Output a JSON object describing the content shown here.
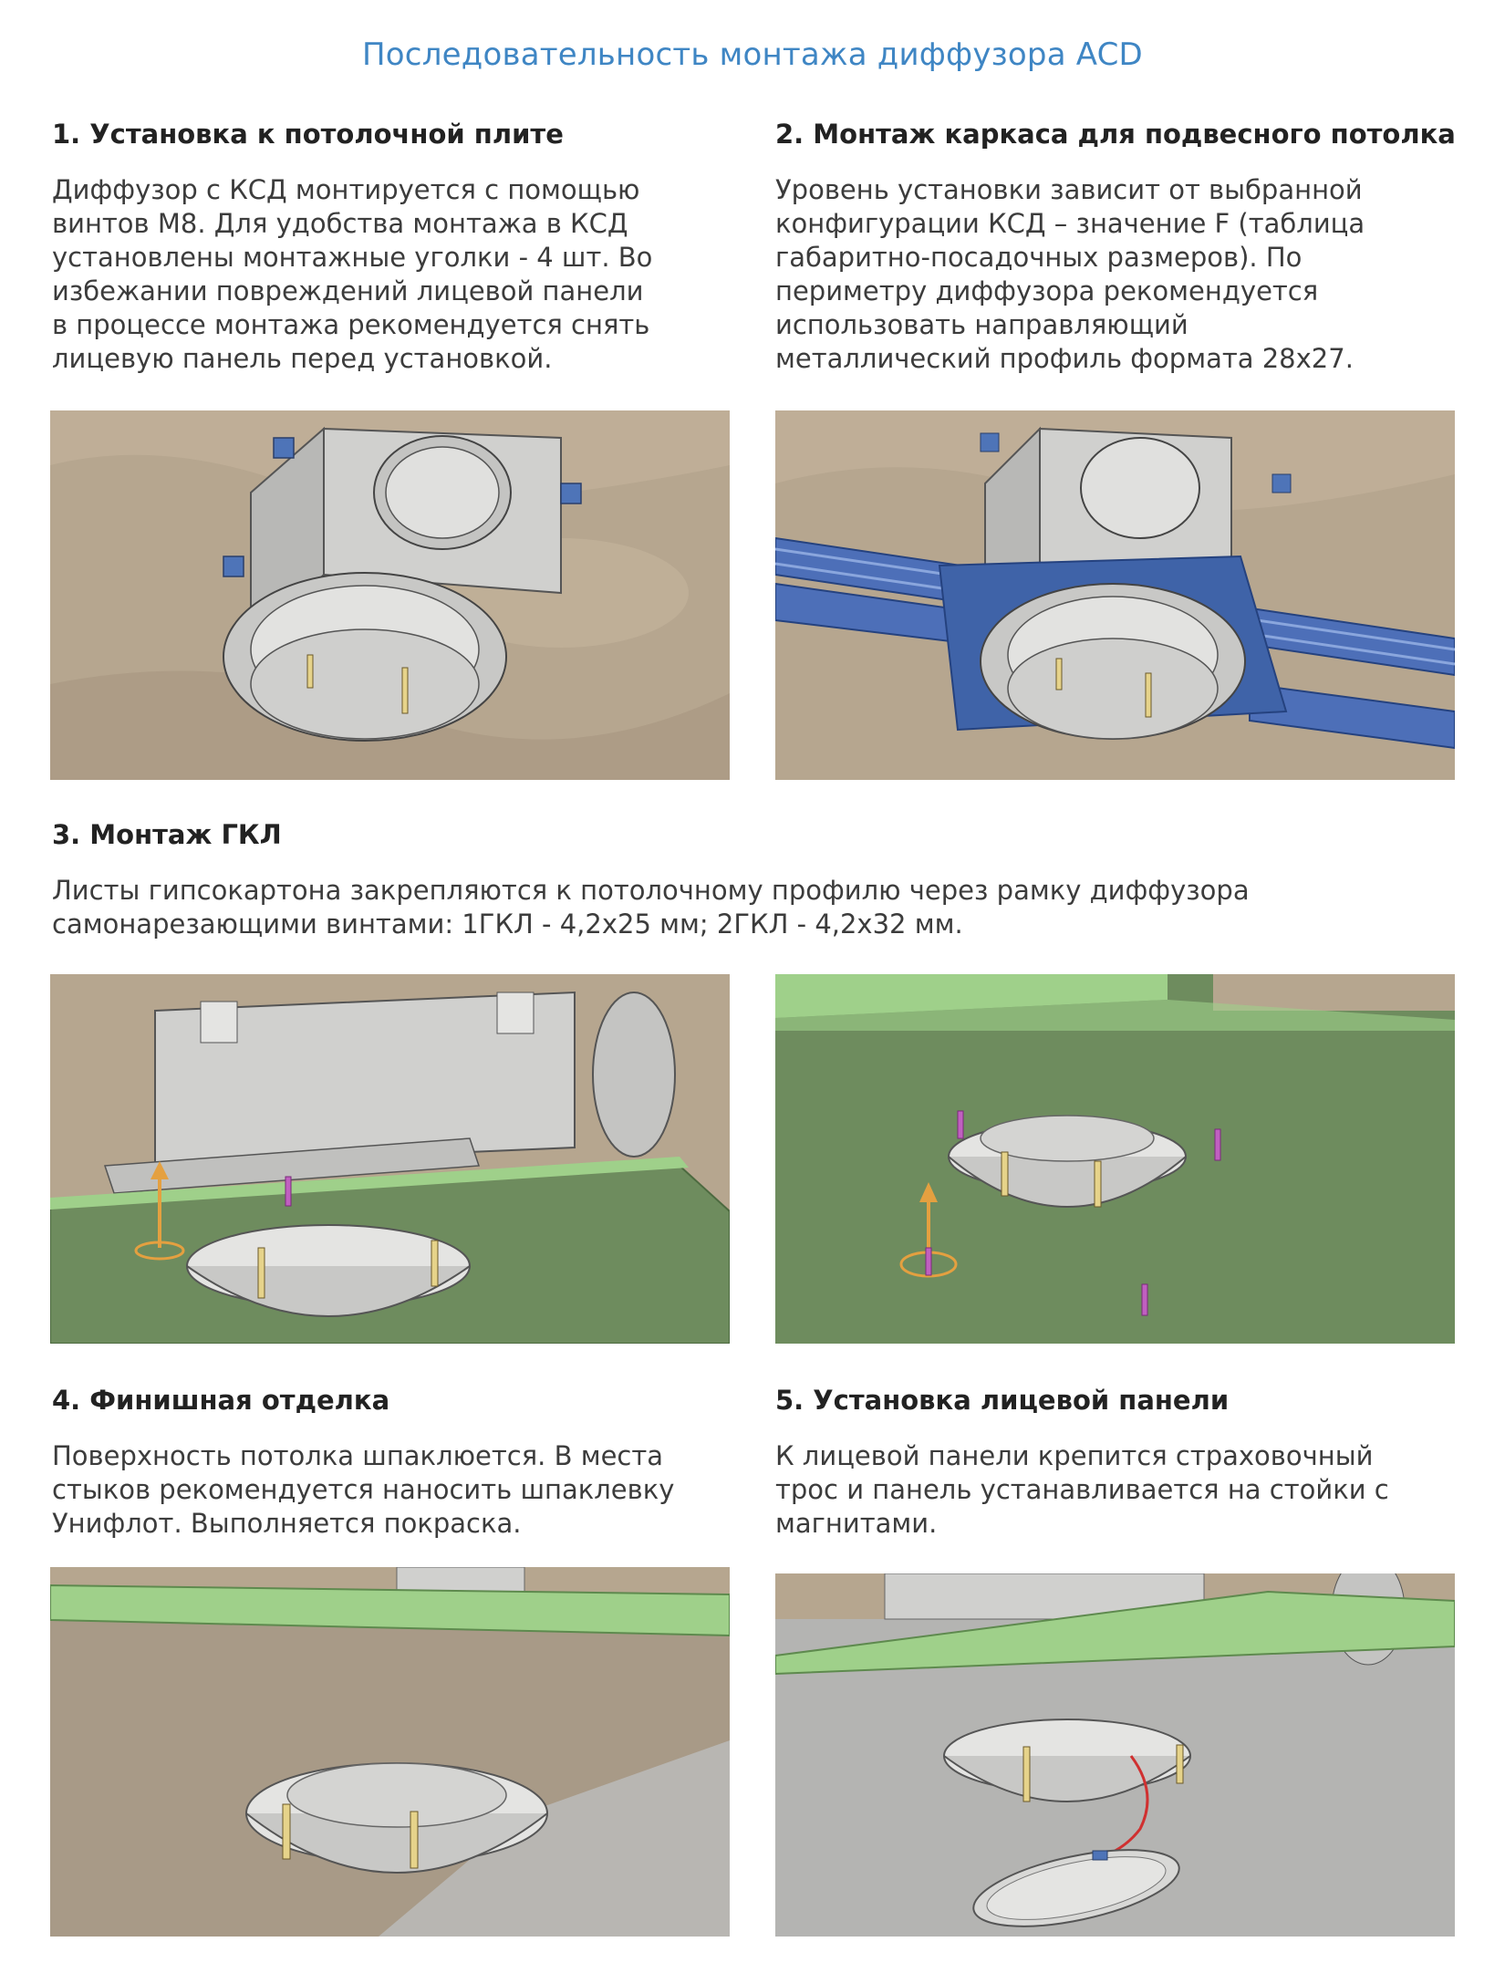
{
  "page_title": "Последовательность монтажа диффузора ACD",
  "steps": [
    {
      "heading": "1. Установка к потолочной плите",
      "text": "Диффузор с КСД монтируется с помощью\nвинтов М8. Для удобства монтажа в КСД\nустановлены монтажные уголки - 4 шт. Во\nизбежании повреждений лицевой панели\nв процессе монтажа рекомендуется снять\nлицевую панель перед установкой."
    },
    {
      "heading": "2. Монтаж каркаса для подвесного потолка",
      "text": "Уровень установки зависит от выбранной\nконфигурации КСД – значение F (таблица\nгабаритно-посадочных размеров). По\nпериметру диффузора рекомендуется\nиспользовать направляющий\nметаллический профиль формата 28х27."
    },
    {
      "heading": "3. Монтаж ГКЛ",
      "text": "Листы гипсокартона закрепляются к потолочному профилю через рамку диффузора\nсамонарезающими винтами: 1ГКЛ - 4,2х25 мм; 2ГКЛ - 4,2х32 мм."
    },
    {
      "heading": "4. Финишная отделка",
      "text": "Поверхность потолка шпаклюется. В места\nстыков рекомендуется наносить шпаклевку\nУнифлот. Выполняется покраска."
    },
    {
      "heading": "5. Установка лицевой панели",
      "text": "К лицевой панели крепится страховочный\nтрос и панель устанавливается на стойки с\nмагнитами."
    }
  ],
  "colors": {
    "title_blue": "#3f86c4",
    "concrete": "#b4a48e",
    "drywall_green": "#6e8c5e",
    "edge_green": "#9fd08a",
    "profile_blue": "#4d6fb8",
    "metal": "#d4d4d2"
  }
}
